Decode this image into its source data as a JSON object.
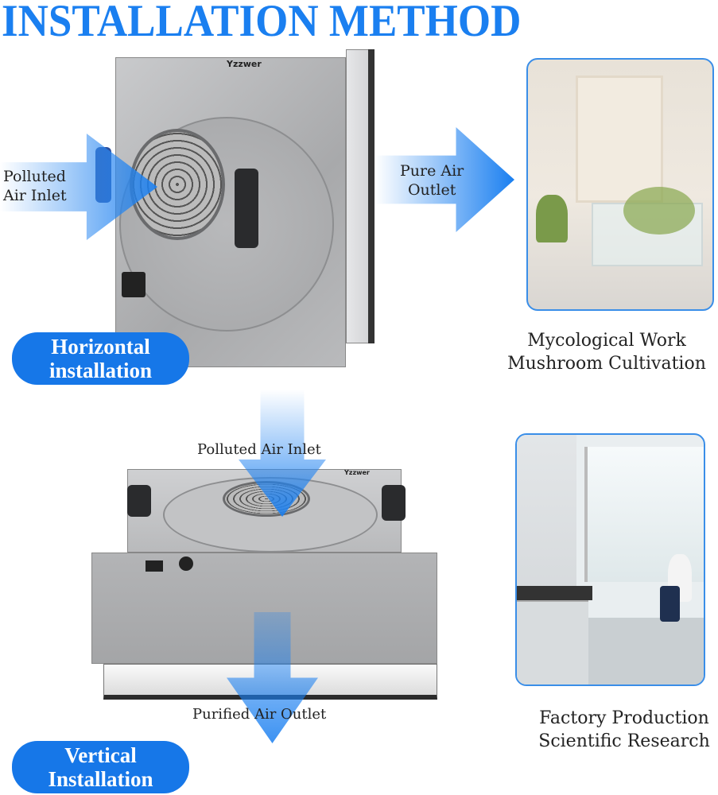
{
  "title": "INSTALLATION METHOD",
  "brand": "Yzzwer",
  "horizontal": {
    "inlet_label": [
      "Polluted",
      "Air Inlet"
    ],
    "outlet_label": [
      "Pure Air",
      "Outlet"
    ],
    "badge": [
      "Horizontal",
      "installation"
    ]
  },
  "vertical": {
    "inlet_label": "Polluted Air Inlet",
    "outlet_label": "Purified Air Outlet",
    "badge": [
      "Vertical",
      "Installation"
    ]
  },
  "applications": [
    {
      "lines": [
        "Mycological Work",
        "Mushroom Cultivation"
      ]
    },
    {
      "lines": [
        "Factory Production",
        "Scientific Research"
      ]
    }
  ],
  "colors": {
    "accent": "#1a7ff0",
    "badge": "#1677e8",
    "frame": "#3a8ee8"
  }
}
